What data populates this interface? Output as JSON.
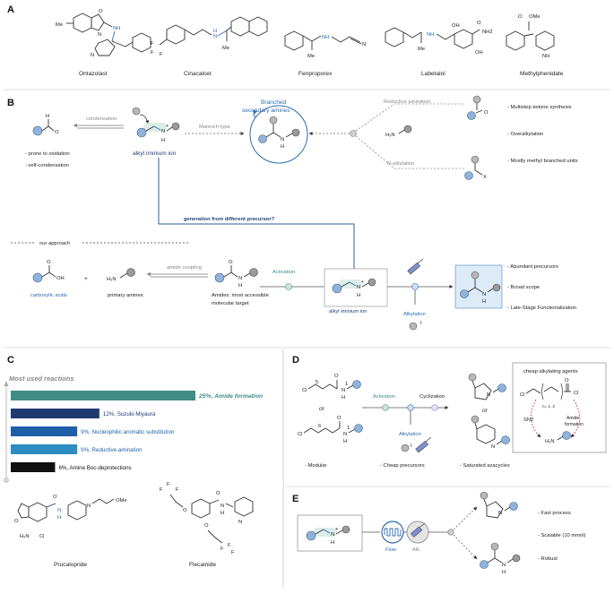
{
  "panels": {
    "a": "A",
    "b": "B",
    "c": "C",
    "d": "D",
    "e": "E"
  },
  "panel_a": {
    "drugs": [
      "Ontazolast",
      "Cinacalcet",
      "Fenproporex",
      "Labetalol",
      "Methylphenidate"
    ],
    "atoms": {
      "me": "Me",
      "nh": "NH",
      "h": "H",
      "n": "N",
      "ome": "OMe",
      "oh": "OH",
      "o": "O",
      "nh2": "NH2",
      "f": "F",
      "cn": "N"
    }
  },
  "panel_b": {
    "aldehyde_h": "H",
    "aldehyde_o": "O",
    "condensation": "condensation",
    "prone_to_oxidation": "- prone to oxidation",
    "self_condensation": "- self-condensation",
    "iminium_label": "alkyl iminium ion",
    "iminium_n": "N",
    "iminium_h": "H",
    "iminium_plus": "+",
    "mannich": "Mannich-type",
    "branched_title_1": "Branched",
    "branched_title_2": "secondary amines",
    "reductive_amination": "Reductive amination",
    "n_alkylation": "N-alkylation",
    "h2n": "H₂N",
    "ketone_o": "O",
    "halide_x": "X",
    "multistep": "- Multistep ketone synthesis",
    "overalkylation": "- Overalkylation",
    "methyl_branched": "- Mostly methyl branched units",
    "generation_question": "generation from different precursor?",
    "our_approach": "our approach",
    "carboxylic_acids": "carboxylic acids",
    "acid_oh": "OH",
    "acid_o": "O",
    "plus": "+",
    "primary_amines": "primary amines",
    "amide_coupling": "amide coupling",
    "amides_line1": "Amides: most accessible",
    "amides_line2": "molecular target",
    "amide_o": "O",
    "amide_n": "N",
    "amide_h": "H",
    "activation": "Activation",
    "alkylation": "Alkylation",
    "alkyl_i": "I",
    "result_n": "N",
    "result_h": "H",
    "abundant": "Abundant precursors",
    "broad_scope": "Broad scope",
    "late_stage": "Late-Stage Functionalization"
  },
  "panel_c": {
    "title": "Most used reactions",
    "compounds": [
      "Prucalopride",
      "Flecainide"
    ],
    "atoms": {
      "h2n": "H₂N",
      "cl": "Cl",
      "o": "O",
      "n": "N",
      "h": "H",
      "ome": "OMe",
      "f": "F"
    }
  },
  "chart_data": {
    "type": "bar",
    "title": "Most used reactions",
    "categories": [
      "Amide formation",
      "Suzuki-Miyaura",
      "Nucleophilic aromatic substitution",
      "Reductive amination",
      "Amine Boc-deprotections"
    ],
    "values": [
      25,
      12,
      9,
      9,
      6
    ],
    "labels": [
      "25%, Amide formation",
      "12%, Suzuki-Miyaura",
      "9%, Nucleophilic aromatic substitution",
      "9%, Reductive amination",
      "6%, Amine Boc-deprotections"
    ],
    "colors": [
      "#3f8d86",
      "#1f3a6e",
      "#1f5fa8",
      "#2e8cc4",
      "#111111"
    ],
    "xlim": [
      0,
      25
    ]
  },
  "panel_d": {
    "cl": "Cl",
    "or": "or",
    "n": "N",
    "h": "H",
    "o": "O",
    "num1": "1",
    "num5": "5",
    "num6": "6",
    "activation": "Activation",
    "cyclization": "Cyclization",
    "alkylation": "Alkylation",
    "alkyl_i": "I",
    "modular": "- Modular",
    "cheap_precursors": "- Cheap precursors",
    "saturated": "- Saturated azacycles",
    "box_title": "cheap alkylating agents",
    "box_cl1": "Cl",
    "box_cl2": "Cl",
    "box_o": "O",
    "box_n12": "n= 1, 2",
    "box_sn2": "SN2",
    "box_amide_1": "Amide",
    "box_amide_2": "formation",
    "box_h2n": "H₂N"
  },
  "panel_e": {
    "n": "N",
    "h": "H",
    "plus": "+",
    "flow": "Flow",
    "alk": "Alk.",
    "fast": "- Fast process",
    "scalable": "- Scalable (10 mmol)",
    "robust": "- Robust"
  }
}
